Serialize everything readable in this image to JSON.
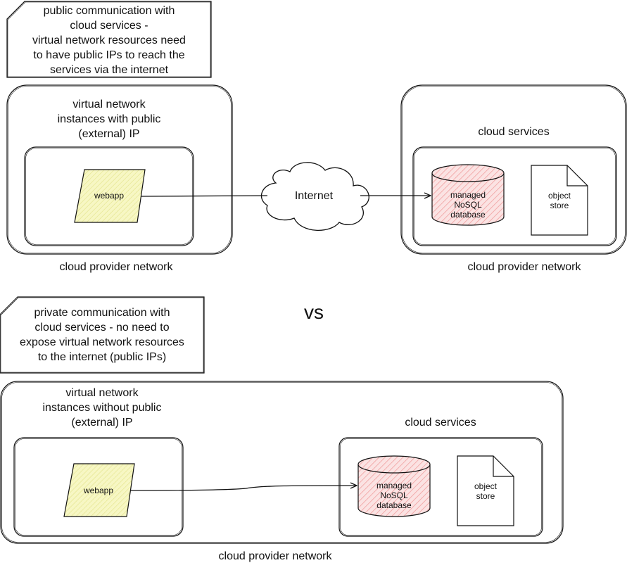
{
  "top": {
    "note": [
      "public communication with",
      "cloud services -",
      "virtual network resources need",
      "to have public IPs to reach the",
      "services via the internet"
    ],
    "vnet_title": [
      "virtual network",
      "instances with public",
      "(external) IP"
    ],
    "webapp": "webapp",
    "internet": "Internet",
    "cloud_services_title": "cloud services",
    "db": [
      "managed",
      "NoSQL",
      "database"
    ],
    "object_store": [
      "object",
      "store"
    ],
    "left_network_label": "cloud provider network",
    "right_network_label": "cloud provider network"
  },
  "vs": "vs",
  "bottom": {
    "note": [
      "private communication with",
      "cloud services - no need to",
      "expose virtual network resources",
      "to the internet (public IPs)"
    ],
    "vnet_title": [
      "virtual network",
      "instances without public",
      "(external) IP"
    ],
    "webapp": "webapp",
    "cloud_services_title": "cloud services",
    "db": [
      "managed",
      "NoSQL",
      "database"
    ],
    "object_store": [
      "object",
      "store"
    ],
    "network_label": "cloud provider network"
  },
  "colors": {
    "webapp_fill": "#f5f5b8",
    "db_hatch": "#f4a0a0",
    "stroke": "#111111"
  }
}
